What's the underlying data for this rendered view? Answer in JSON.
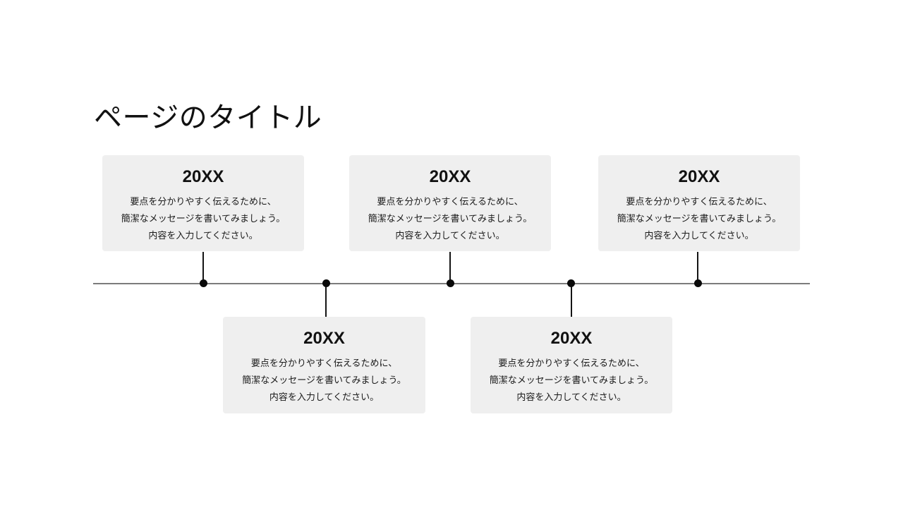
{
  "page": {
    "title": "ページのタイトル",
    "background_color": "#ffffff"
  },
  "timeline": {
    "line_color": "#7c7c7c",
    "connector_color": "#141414",
    "dot_color": "#0a0a0a",
    "box_background_color": "#efefef",
    "text_color": "#111111",
    "events": [
      {
        "year": "20XX",
        "description": "要点を分かりやすく伝えるために、\n簡潔なメッセージを書いてみましょう。\n内容を入力してください。",
        "position": "above"
      },
      {
        "year": "20XX",
        "description": "要点を分かりやすく伝えるために、\n簡潔なメッセージを書いてみましょう。\n内容を入力してください。",
        "position": "below"
      },
      {
        "year": "20XX",
        "description": "要点を分かりやすく伝えるために、\n簡潔なメッセージを書いてみましょう。\n内容を入力してください。",
        "position": "above"
      },
      {
        "year": "20XX",
        "description": "要点を分かりやすく伝えるために、\n簡潔なメッセージを書いてみましょう。\n内容を入力してください。",
        "position": "below"
      },
      {
        "year": "20XX",
        "description": "要点を分かりやすく伝えるために、\n簡潔なメッセージを書いてみましょう。\n内容を入力してください。",
        "position": "above"
      }
    ]
  }
}
